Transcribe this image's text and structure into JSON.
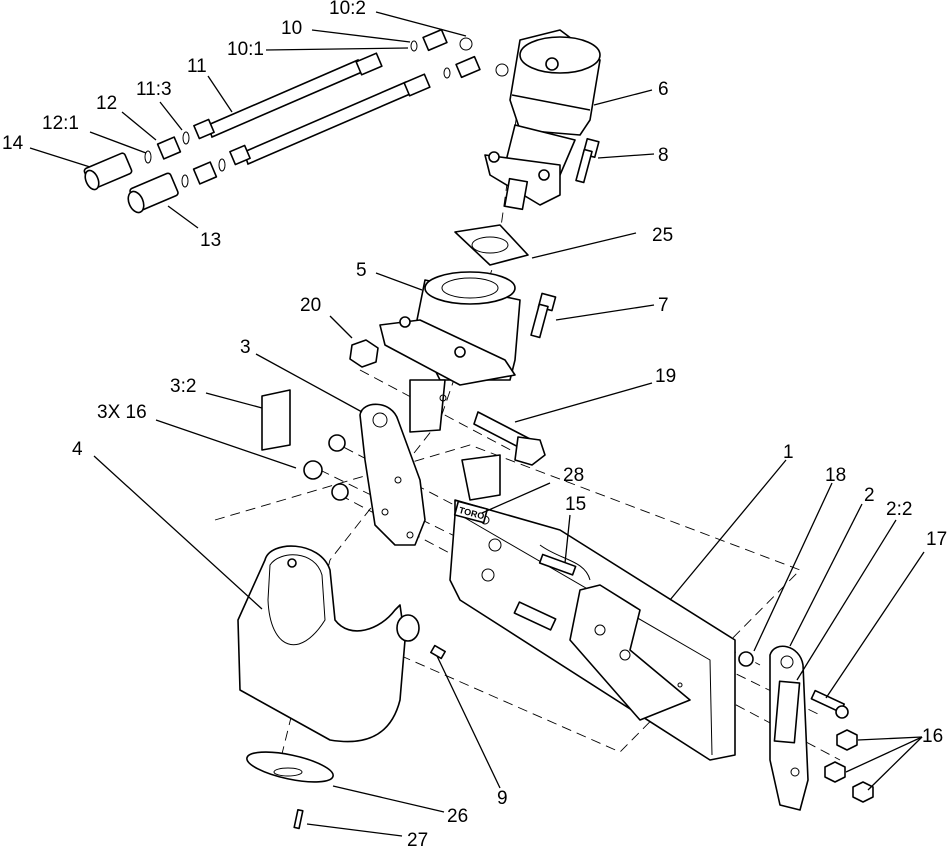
{
  "diagram": {
    "decal_text": "TORO",
    "callouts": [
      {
        "id": "c10-2",
        "text": "10:2"
      },
      {
        "id": "c10",
        "text": "10"
      },
      {
        "id": "c10-1",
        "text": "10:1"
      },
      {
        "id": "c11",
        "text": "11"
      },
      {
        "id": "c11-3",
        "text": "11:3"
      },
      {
        "id": "c12",
        "text": "12"
      },
      {
        "id": "c12-1",
        "text": "12:1"
      },
      {
        "id": "c14",
        "text": "14"
      },
      {
        "id": "c13",
        "text": "13"
      },
      {
        "id": "c6",
        "text": "6"
      },
      {
        "id": "c8",
        "text": "8"
      },
      {
        "id": "c25",
        "text": "25"
      },
      {
        "id": "c5",
        "text": "5"
      },
      {
        "id": "c7",
        "text": "7"
      },
      {
        "id": "c20",
        "text": "20"
      },
      {
        "id": "c3",
        "text": "3"
      },
      {
        "id": "c19",
        "text": "19"
      },
      {
        "id": "c3-2",
        "text": "3:2"
      },
      {
        "id": "c3x16",
        "text": "3X 16"
      },
      {
        "id": "c4",
        "text": "4"
      },
      {
        "id": "c28",
        "text": "28"
      },
      {
        "id": "c1",
        "text": "1"
      },
      {
        "id": "c18",
        "text": "18"
      },
      {
        "id": "c2",
        "text": "2"
      },
      {
        "id": "c2-2",
        "text": "2:2"
      },
      {
        "id": "c17",
        "text": "17"
      },
      {
        "id": "c15",
        "text": "15"
      },
      {
        "id": "c16",
        "text": "16"
      },
      {
        "id": "c9",
        "text": "9"
      },
      {
        "id": "c26",
        "text": "26"
      },
      {
        "id": "c27",
        "text": "27"
      }
    ]
  }
}
